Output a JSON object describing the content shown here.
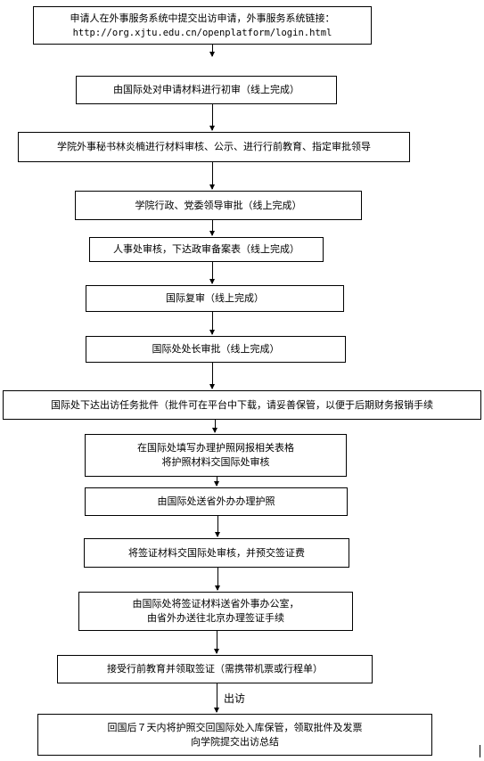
{
  "steps": [
    {
      "lines": [
        "申请人在外事服务系统中提交出访申请，外事服务系统链接：",
        "http://org.xjtu.edu.cn/openplatform/login.html"
      ]
    },
    {
      "lines": [
        "由国际处对申请材料进行初审（线上完成）"
      ]
    },
    {
      "lines": [
        "学院外事秘书林炎楠进行材料审核、公示、进行行前教育、指定审批领导"
      ]
    },
    {
      "lines": [
        "学院行政、党委领导审批（线上完成）"
      ]
    },
    {
      "lines": [
        "人事处审核，下达政审备案表（线上完成）"
      ]
    },
    {
      "lines": [
        "国际复审（线上完成）"
      ]
    },
    {
      "lines": [
        "国际处处长审批（线上完成）"
      ]
    },
    {
      "lines": [
        "国际处下达出访任务批件（批件可在平台中下载，请妥善保管，以便于后期财务报销手续"
      ]
    },
    {
      "lines": [
        "在国际处填写办理护照网报相关表格",
        "将护照材料交国际处审核"
      ]
    },
    {
      "lines": [
        "由国际处送省外办办理护照"
      ]
    },
    {
      "lines": [
        "将签证材料交国际处审核，并预交签证费"
      ]
    },
    {
      "lines": [
        "由国际处将签证材料送省外事办公室，",
        "由省外办送往北京办理签证手续"
      ]
    },
    {
      "lines": [
        "接受行前教育并领取签证（需携带机票或行程单）"
      ]
    },
    {
      "lines": [
        "回国后７天内将护照交回国际处入库保管，领取批件及发票",
        "向学院提交出访总结"
      ]
    }
  ],
  "departure_label": "出访"
}
